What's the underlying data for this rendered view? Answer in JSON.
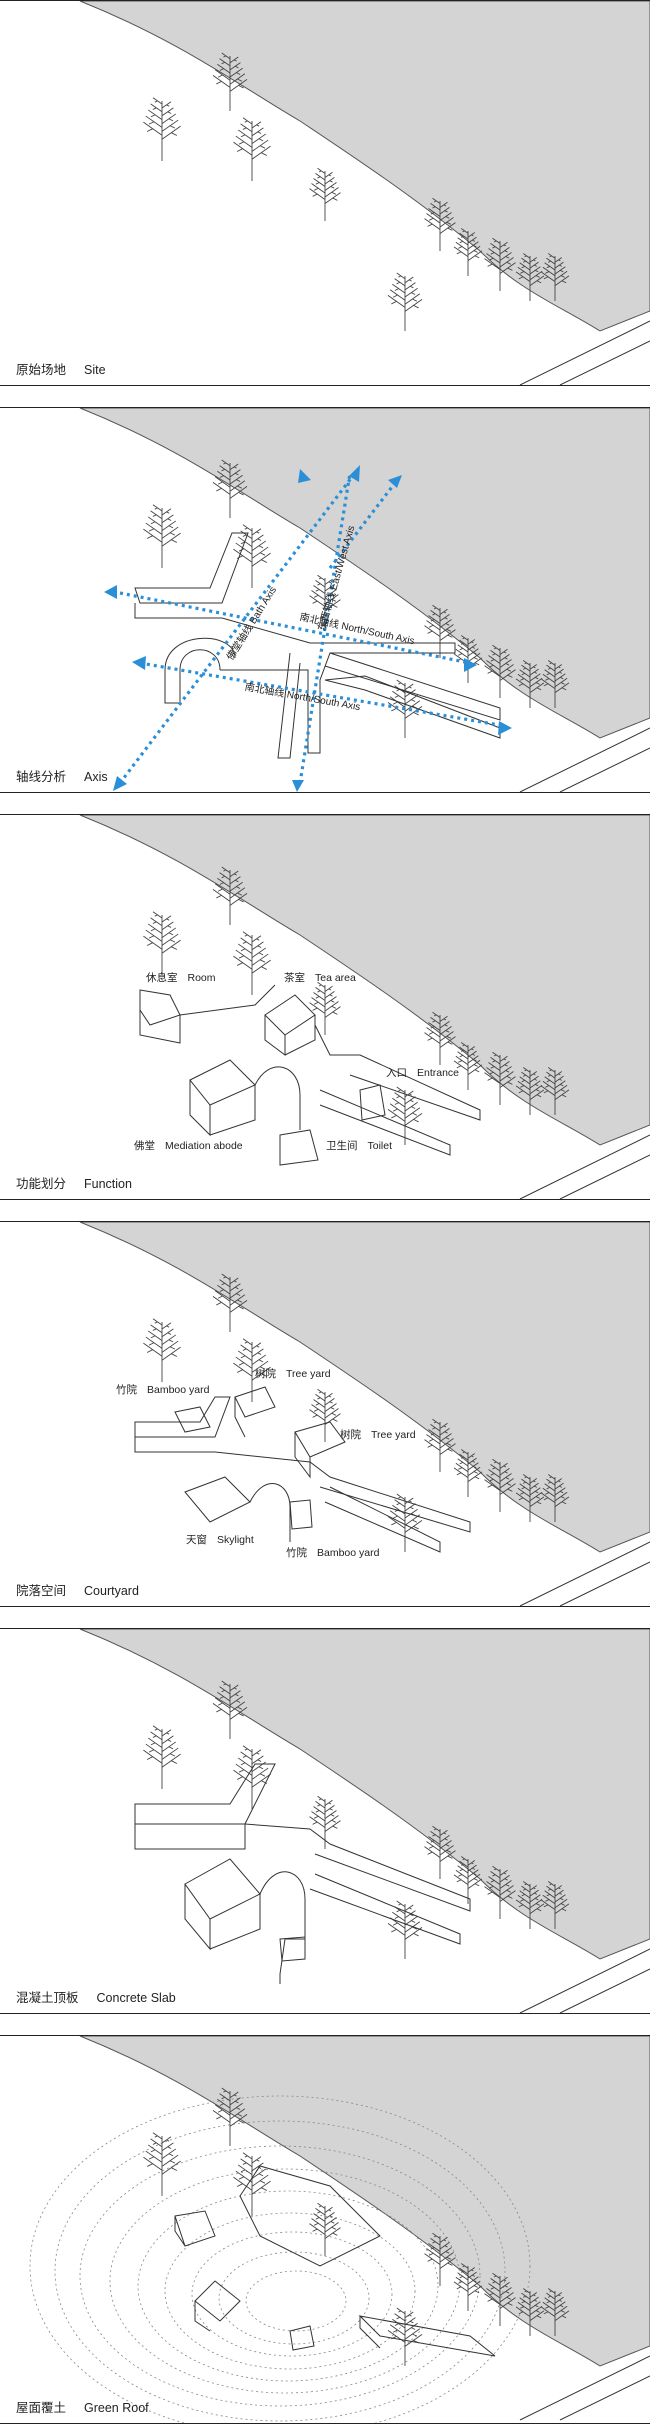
{
  "panels": [
    {
      "id": "site",
      "caption_cn": "原始场地",
      "caption_en": "Site"
    },
    {
      "id": "axis",
      "caption_cn": "轴线分析",
      "caption_en": "Axis",
      "labels": {
        "bath_cn": "佛堂轴线",
        "bath_en": "Bath Axis",
        "eastwest_cn": "东西轴线",
        "eastwest_en": "East/West Axis",
        "ns1_cn": "南北轴线",
        "ns1_en": "North/South Axis",
        "ns2_cn": "南北轴线",
        "ns2_en": "North/South Axis"
      },
      "arrow_color": "#2a8fd6"
    },
    {
      "id": "function",
      "caption_cn": "功能划分",
      "caption_en": "Function",
      "labels": {
        "room_cn": "休息室",
        "room_en": "Room",
        "tea_cn": "茶室",
        "tea_en": "Tea area",
        "entrance_cn": "入口",
        "entrance_en": "Entrance",
        "meditation_cn": "佛堂",
        "meditation_en": "Mediation abode",
        "toilet_cn": "卫生间",
        "toilet_en": "Toilet"
      }
    },
    {
      "id": "courtyard",
      "caption_cn": "院落空间",
      "caption_en": "Courtyard",
      "labels": {
        "bamboo1_cn": "竹院",
        "bamboo1_en": "Bamboo yard",
        "tree1_cn": "树院",
        "tree1_en": "Tree yard",
        "tree2_cn": "树院",
        "tree2_en": "Tree yard",
        "skylight_cn": "天窗",
        "skylight_en": "Skylight",
        "bamboo2_cn": "竹院",
        "bamboo2_en": "Bamboo yard"
      }
    },
    {
      "id": "slab",
      "caption_cn": "混凝土顶板",
      "caption_en": "Concrete Slab"
    },
    {
      "id": "roof",
      "caption_cn": "屋面覆土",
      "caption_en": "Green Roof"
    }
  ],
  "colors": {
    "hill": "#d4d4d4",
    "line": "#333333",
    "arrow": "#2a8fd6"
  }
}
